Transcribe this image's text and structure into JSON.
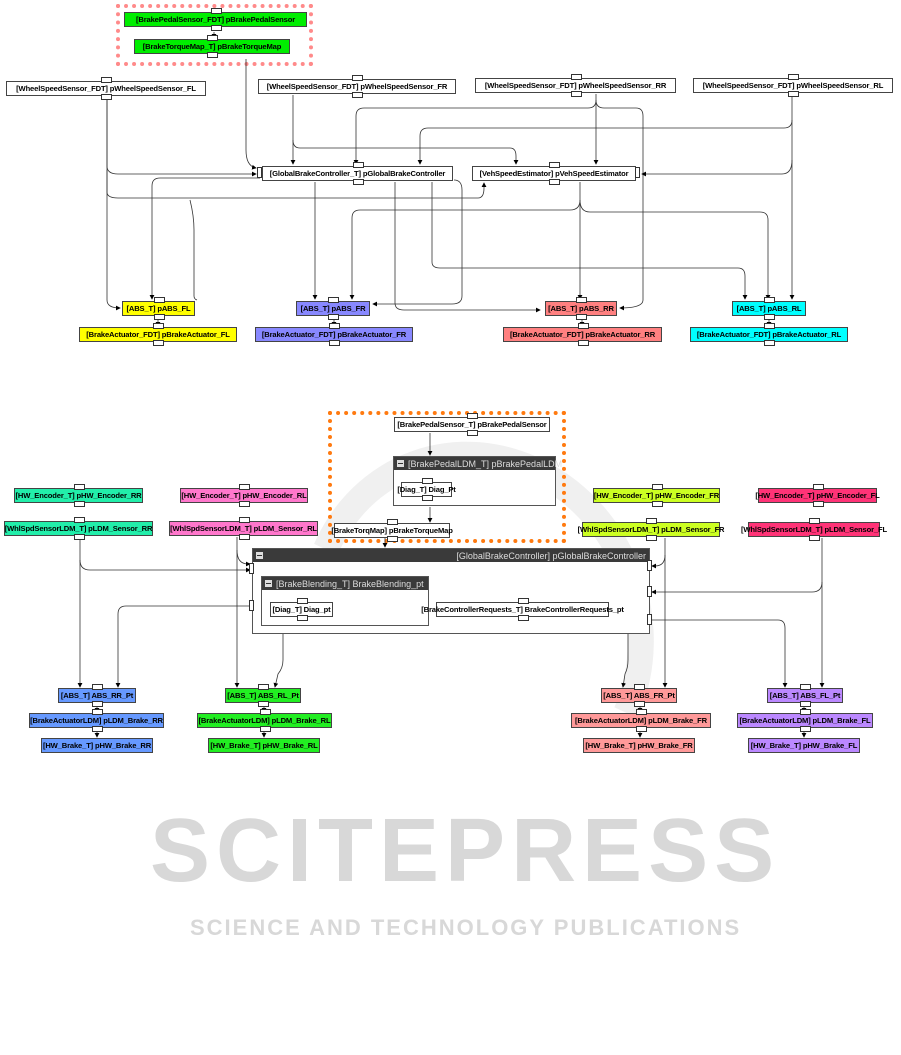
{
  "watermark": {
    "line1": "SCITEPRESS",
    "line2": "SCIENCE AND TECHNOLOGY PUBLICATIONS"
  },
  "colors": {
    "green": "#00ee00",
    "yellow": "#ffff00",
    "blue": "#8888ff",
    "red": "#ff8080",
    "cyan": "#00ffff",
    "teal": "#22eeaa",
    "pink": "#ff77cc",
    "lime": "#ccff22",
    "rose": "#ff3377",
    "lblue": "#6699ff",
    "lgreen": "#22ee22",
    "salmon": "#ff9999",
    "violet": "#bb88ff",
    "pinkDots": "#ff8a8a",
    "orangeDots": "#ff7a10"
  },
  "top": {
    "brake_pedal_sensor": "[BrakePedalSensor_FDT] pBrakePedalSensor",
    "brake_torque_map": "[BrakeTorqueMap_T] pBrakeTorqueMap",
    "wss_fl": "[WheelSpeedSensor_FDT] pWheelSpeedSensor_FL",
    "wss_fr": "[WheelSpeedSensor_FDT] pWheelSpeedSensor_FR",
    "wss_rr": "[WheelSpeedSensor_FDT] pWheelSpeedSensor_RR",
    "wss_rl": "[WheelSpeedSensor_FDT] pWheelSpeedSensor_RL",
    "global_brake_controller": "[GlobalBrakeController_T] pGlobalBrakeController",
    "veh_speed_estimator": "[VehSpeedEstimator] pVehSpeedEstimator",
    "abs_fl": "[ABS_T] pABS_FL",
    "abs_fr": "[ABS_T] pABS_FR",
    "abs_rr": "[ABS_T] pABS_RR",
    "abs_rl": "[ABS_T] pABS_RL",
    "act_fl": "[BrakeActuator_FDT] pBrakeActuator_FL",
    "act_fr": "[BrakeActuator_FDT] pBrakeActuator_FR",
    "act_rr": "[BrakeActuator_FDT] pBrakeActuator_RR",
    "act_rl": "[BrakeActuator_FDT] pBrakeActuator_RL"
  },
  "bottom": {
    "brake_pedal_sensor": "[BrakePedalSensor_T] pBrakePedalSensor",
    "brake_pedal_ldm": "[BrakePedalLDM_T] pBrakePedalLDM",
    "diag_pedal": "[Diag_T] Diag_Pt",
    "brake_torq_map": "[BrakeTorqMap] pBrakeTorqueMap",
    "enc_rr": "[HW_Encoder_T] pHW_Encoder_RR",
    "enc_rl": "[HW_Encoder_T] pHW_Encoder_RL",
    "enc_fr": "[HW_Encoder_T] pHW_Encoder_FR",
    "enc_fl": "[HW_Encoder_T] pHW_Encoder_FL",
    "ldm_rr": "[WhlSpdSensorLDM_T] pLDM_Sensor_RR",
    "ldm_rl": "[WhlSpdSensorLDM_T] pLDM_Sensor_RL",
    "ldm_fr": "[WhlSpdSensorLDM_T] pLDM_Sensor_FR",
    "ldm_fl": "[WhlSpdSensorLDM_T] pLDM_Sensor_FL",
    "global_brake_controller": "[GlobalBrakeController] pGlobalBrakeController",
    "brake_blending": "[BrakeBlending_T] BrakeBlending_pt",
    "diag_blending": "[Diag_T] Diag_pt",
    "controller_requests": "[BrakeControllerRequests_T] BrakeControllerRequests_pt",
    "abs_rr": "[ABS_T] ABS_RR_Pt",
    "abs_rl": "[ABS_T] ABS_RL_Pt",
    "abs_fr": "[ABS_T] ABS_FR_Pt",
    "abs_fl": "[ABS_T] ABS_FL_Pt",
    "act_rr": "[BrakeActuatorLDM] pLDM_Brake_RR",
    "act_rl": "[BrakeActuatorLDM] pLDM_Brake_RL",
    "act_fr": "[BrakeActuatorLDM] pLDM_Brake_FR",
    "act_fl": "[BrakeActuatorLDM] pLDM_Brake_FL",
    "hw_rr": "[HW_Brake_T] pHW_Brake_RR",
    "hw_rl": "[HW_Brake_T] pHW_Brake_RL",
    "hw_fr": "[HW_Brake_T] pHW_Brake_FR",
    "hw_fl": "[HW_Brake_T] pHW_Brake_FL"
  }
}
